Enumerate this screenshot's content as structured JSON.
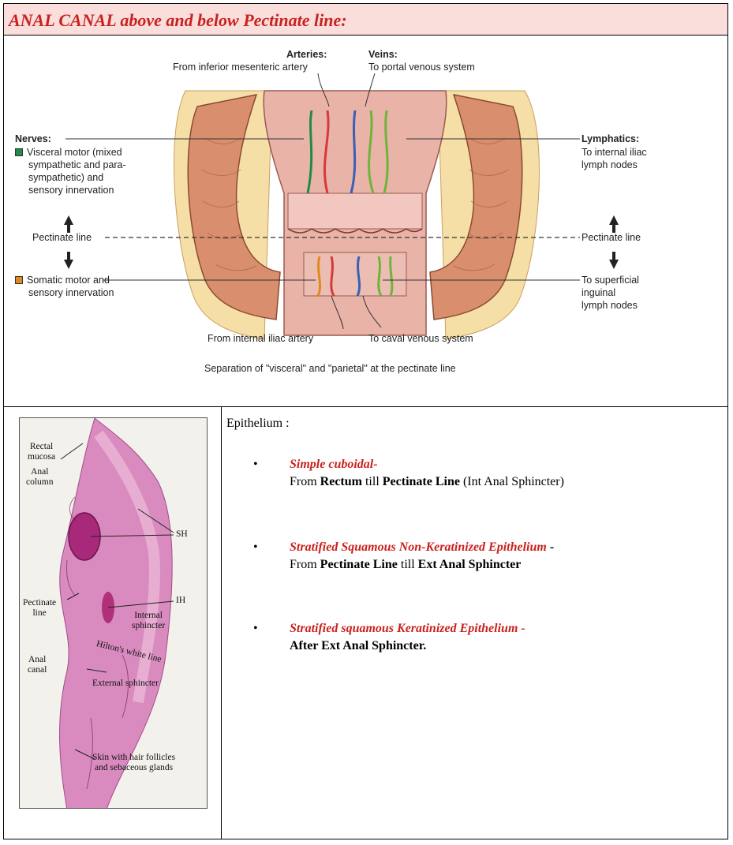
{
  "title": "ANAL CANAL above and below Pectinate line:",
  "diagram": {
    "arteries_head": "Arteries:",
    "arteries_sub": "From inferior mesenteric artery",
    "veins_head": "Veins:",
    "veins_sub": "To portal venous system",
    "nerves_head": "Nerves:",
    "nerves_visceral": [
      "Visceral motor (mixed",
      "sympathetic and para-",
      "sympathetic) and",
      "sensory innervation"
    ],
    "pectinate_left": "Pectinate line",
    "pectinate_right": "Pectinate line",
    "somatic": [
      "Somatic motor and",
      "sensory innervation"
    ],
    "lymph_head": "Lymphatics:",
    "lymph_sub": [
      "To internal iliac",
      "lymph nodes"
    ],
    "lymph_lower": [
      "To superficial",
      "inguinal",
      "lymph nodes"
    ],
    "internal_iliac": "From internal iliac artery",
    "caval": "To caval venous system",
    "caption": "Separation of \"visceral\" and \"parietal\" at the pectinate line",
    "colors": {
      "visceral": "#1f8a4c",
      "somatic": "#e08a1e",
      "artery": "#d63a3a",
      "vein": "#3b5fb5",
      "lymph": "#6fb43a"
    }
  },
  "histology": {
    "rectal_mucosa": [
      "Rectal",
      "mucosa"
    ],
    "anal_column": [
      "Anal",
      "column"
    ],
    "sh": "SH",
    "pectinate": [
      "Pectinate",
      "line"
    ],
    "ih": "IH",
    "internal_sphincter": [
      "Internal",
      "sphincter"
    ],
    "hiltons": "Hilton's white line",
    "anal_canal": [
      "Anal",
      "canal"
    ],
    "external_sphincter": "External sphincter",
    "skin": [
      "Skin with hair follicles",
      "and sebaceous glands"
    ]
  },
  "epithelium": {
    "heading": "Epithelium :",
    "items": [
      {
        "name": "Simple cuboidal-",
        "line2_a": "From ",
        "line2_b": "Rectum",
        "line2_c": " till ",
        "line2_d": "Pectinate Line",
        "line2_e": " (Int Anal Sphincter)"
      },
      {
        "name": "Stratified Squamous Non-Keratinized Epithelium",
        "dash": " -",
        "line2_a": "From ",
        "line2_b": "Pectinate Line",
        "line2_c": " till ",
        "line2_d": "Ext Anal Sphincter"
      },
      {
        "name": "Stratified squamous Keratinized Epithelium -",
        "line2": "After Ext Anal Sphincter."
      }
    ],
    "bullet": "•"
  }
}
